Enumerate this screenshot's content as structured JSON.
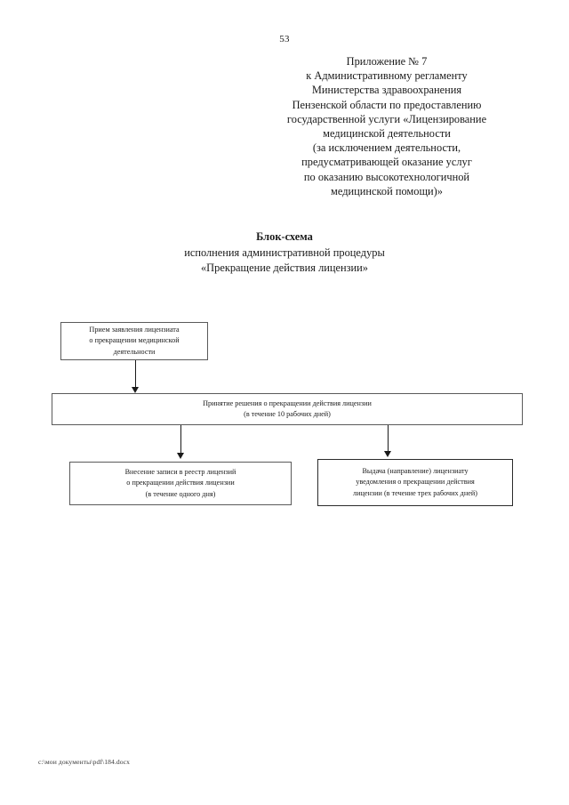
{
  "document": {
    "page_number": "53",
    "appendix_header_lines": [
      "Приложение № 7",
      "к Административному регламенту",
      "Министерства здравоохранения",
      "Пензенской области по предоставлению",
      "государственной услуги «Лицензирование",
      "медицинской деятельности",
      "(за исключением деятельности,",
      "предусматривающей оказание услуг",
      "по оказанию высокотехнологичной",
      "медицинской помощи)»"
    ],
    "title": {
      "main": "Блок-схема",
      "line2": "исполнения административной процедуры",
      "line3": "«Прекращение действия лицензии»"
    },
    "footer_path": "c:\\мои документы\\pdf\\184.docx"
  },
  "flowchart": {
    "nodes": [
      {
        "id": "intake",
        "lines": [
          "Прием заявления лицензиата",
          "о прекращении медицинской",
          "деятельности"
        ]
      },
      {
        "id": "decision",
        "lines": [
          "Принятие решения о прекращении действия лицензии",
          "(в течение 10 рабочих дней)"
        ]
      },
      {
        "id": "registry",
        "lines": [
          "Внесение записи в реестр лицензий",
          "о прекращении действия лицензии",
          "(в течение одного дня)"
        ]
      },
      {
        "id": "notify",
        "lines": [
          "Выдача (направление) лицензиату",
          "уведомления о прекращении действия",
          "лицензии (в течение трех рабочих дней)"
        ]
      }
    ]
  }
}
